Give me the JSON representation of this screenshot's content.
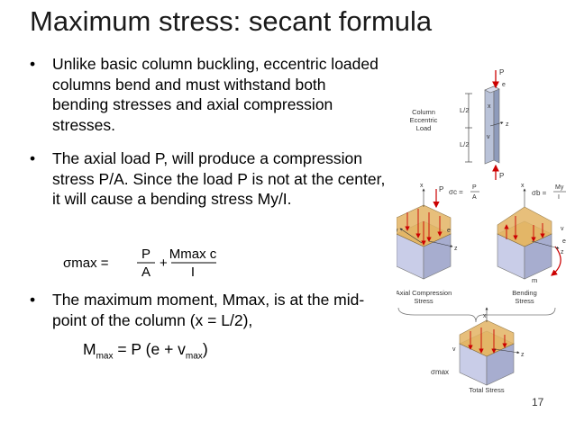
{
  "title": "Maximum stress: secant formula",
  "bullets": [
    {
      "symbol": "•",
      "text": "Unlike basic column buckling, eccentric loaded columns bend and must withstand both bending stresses and axial compression stresses."
    },
    {
      "symbol": "•",
      "text": "The axial load P, will produce a compression stress P/A. Since the load P is not at the center, it will cause a bending stress My/I."
    },
    {
      "symbol": "•",
      "text": " The maximum moment, Mmax, is at the mid-point of the column (x = L/2),"
    }
  ],
  "formula": {
    "lhs": "σmax =",
    "frac1_num": "P",
    "frac1_den": "A",
    "plus": "+",
    "frac2_num": "Mmax c",
    "frac2_den": "I"
  },
  "mmax_eq": {
    "m": "M",
    "m_sub": "max",
    "middle": " = P (e + v",
    "v_sub": "max",
    "end": ")"
  },
  "figure": {
    "column_label": [
      "Column",
      "Eccentric",
      "Load"
    ],
    "l2_top": "L/2",
    "l2_bottom": "L/2",
    "p_top": "P",
    "p_bottom": "P",
    "e": "e",
    "x": "x",
    "z": "z",
    "v": "v",
    "sigma_c": "σc =",
    "sigma_c_num": "P",
    "sigma_c_den": "A",
    "sigma_b": "σb =",
    "sigma_b_num": "My",
    "sigma_b_den": "I",
    "m": "m",
    "axial_caption": [
      "Axial Compression",
      "Stress"
    ],
    "bending_caption": [
      "Bending",
      "Stress"
    ],
    "sigma_max": "σmax",
    "total_caption": "Total Stress"
  },
  "page_number": "17"
}
